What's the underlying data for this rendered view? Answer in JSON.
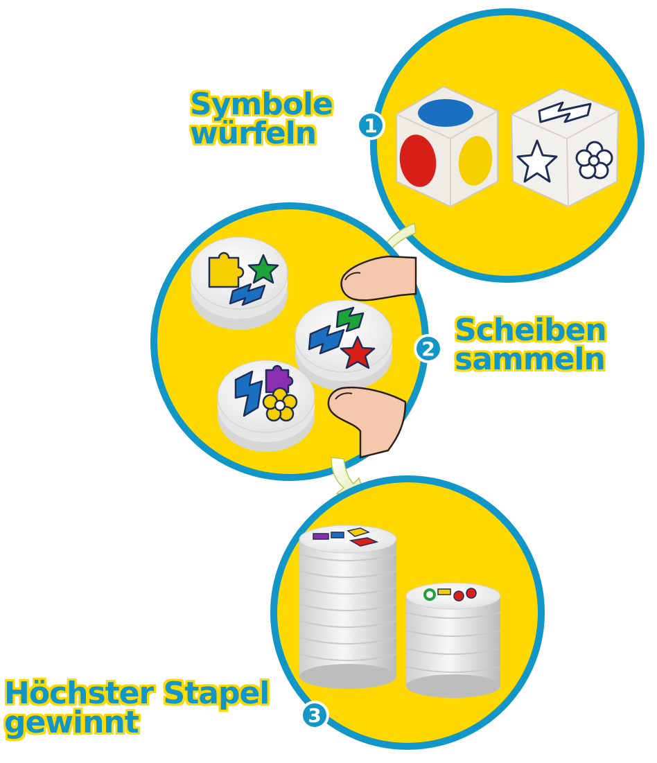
{
  "steps": [
    {
      "number": "1",
      "line1": "Symbole",
      "line2": "würfeln"
    },
    {
      "number": "2",
      "line1": "Scheiben",
      "line2": "sammeln"
    },
    {
      "number": "3",
      "line1": "Höchster Stapel",
      "line2": "gewinnt"
    }
  ],
  "colors": {
    "circle_fill": "#ffd800",
    "circle_border": "#1296c7",
    "label_text": "#1296c7",
    "label_outline": "#ffd800",
    "red": "#d8201a",
    "blue": "#1a6fc0",
    "yellow": "#f6cf00",
    "green": "#1ea33a",
    "purple": "#8a2fb0"
  },
  "icons": [
    "color-die-icon",
    "symbol-die-icon",
    "puzzle-icon",
    "star-icon",
    "lightning-icon",
    "flower-icon",
    "finger-icon",
    "arrow-icon",
    "disc-stack-icon"
  ]
}
